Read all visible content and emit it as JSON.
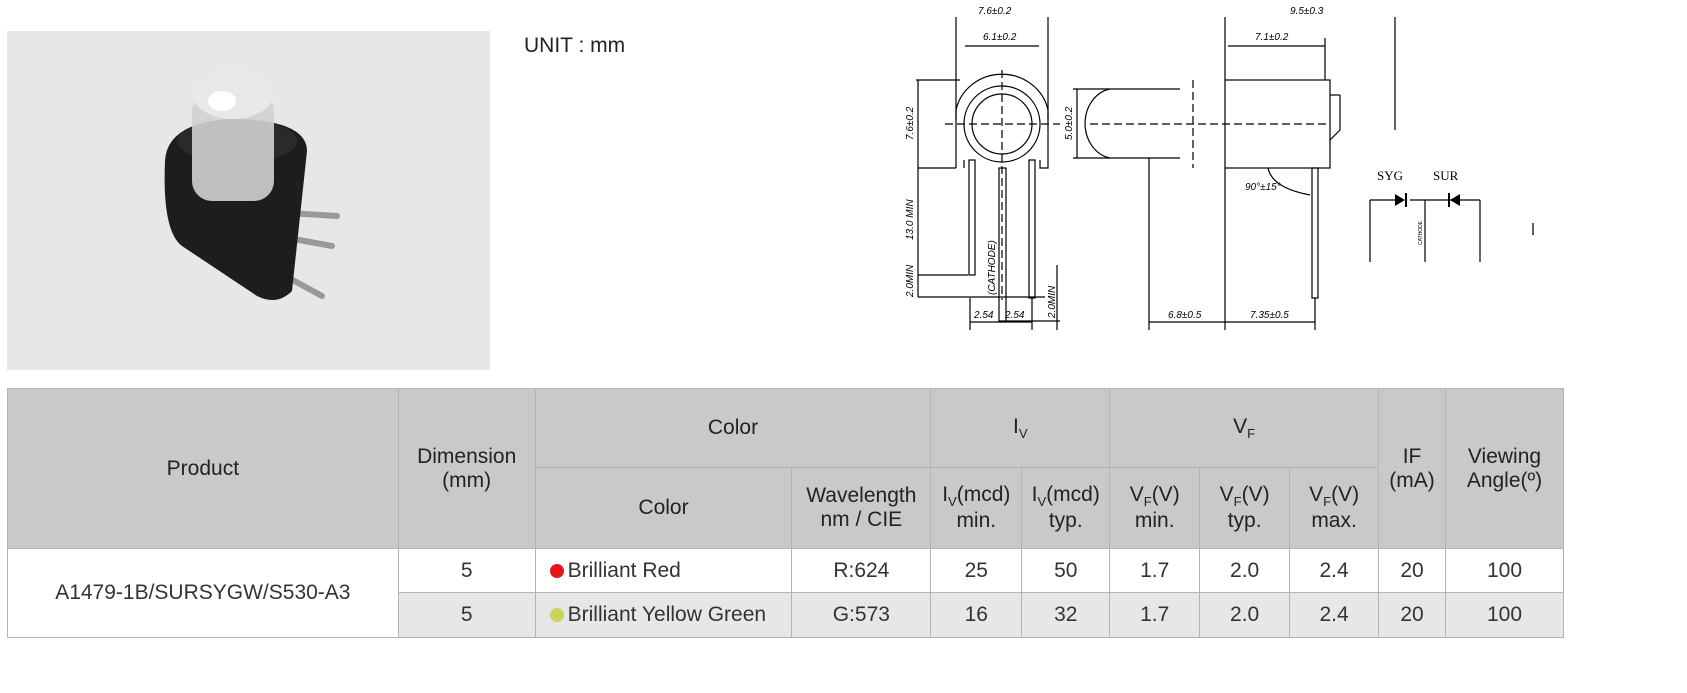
{
  "unit_label": "UNIT : mm",
  "drawing": {
    "front_width_outer": "7.6±0.2",
    "front_width_inner": "6.1±0.2",
    "front_height": "7.6±0.2",
    "lead_length": "13.0 MIN",
    "lead_offset_left": "2.0MIN",
    "lead_offset_right": "2.0MIN",
    "cathode_label": "(CATHODE)",
    "pitch_1": "2.54",
    "pitch_2": "2.54",
    "side_width_outer": "9.5±0.3",
    "side_width_inner": "7.1±0.2",
    "lens_diameter": "5.0±0.2",
    "bend_angle": "90°±15°",
    "lens_protrusion": "6.8±0.5",
    "lead_bend": "7.35±0.5",
    "schematic_left": "SYG",
    "schematic_right": "SUR",
    "schematic_common": "CATHODE"
  },
  "table": {
    "headers": {
      "product": "Product",
      "dimension": "Dimension",
      "dimension_unit": "(mm)",
      "color_group": "Color",
      "color": "Color",
      "wavelength": "Wavelength",
      "wavelength_unit": "nm / CIE",
      "iv_symbol": "I",
      "iv_sub": "V",
      "iv_min_pre": "(mcd)",
      "iv_min": "min.",
      "iv_typ": "typ.",
      "vf_symbol": "V",
      "vf_sub": "F",
      "vf_unit": "(V)",
      "vf_min": "min.",
      "vf_typ": "typ.",
      "vf_max": "max.",
      "if": "IF",
      "if_unit": "(mA)",
      "viewing": "Viewing",
      "viewing_unit": "Angle(º)"
    },
    "product": "A1479-1B/SURSYGW/S530-A3",
    "rows": [
      {
        "dimension": "5",
        "color": "Brilliant Red",
        "dot": "#e8141a",
        "wavelength": "R:624",
        "iv_min": "25",
        "iv_typ": "50",
        "vf_min": "1.7",
        "vf_typ": "2.0",
        "vf_max": "2.4",
        "if": "20",
        "angle": "100"
      },
      {
        "dimension": "5",
        "color": "Brilliant Yellow Green",
        "dot": "#c8d45a",
        "wavelength": "G:573",
        "iv_min": "16",
        "iv_typ": "32",
        "vf_min": "1.7",
        "vf_typ": "2.0",
        "vf_max": "2.4",
        "if": "20",
        "angle": "100"
      }
    ]
  }
}
